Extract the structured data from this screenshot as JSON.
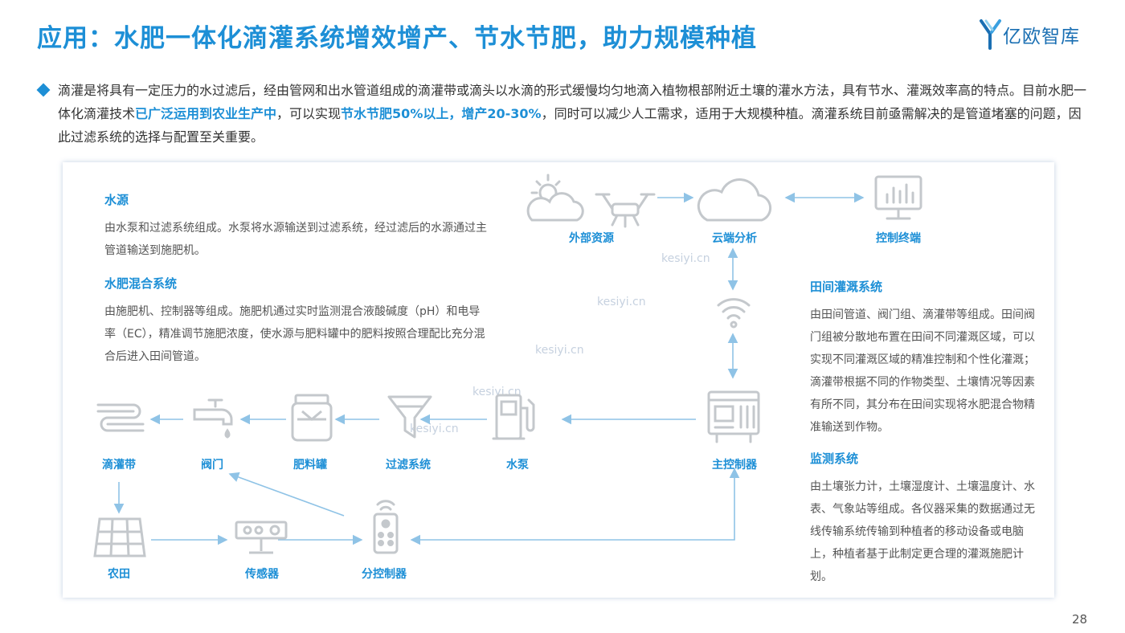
{
  "title": "应用：水肥一体化滴灌系统增效增产、节水节肥，助力规模种植",
  "logo_text": "亿欧智库",
  "intro": {
    "part1": "滴灌是将具有一定压力的水过滤后，经由管网和出水管道组成的滴灌带或滴头以水滴的形式缓慢均匀地滴入植物根部附近土壤的灌水方法，具有节水、灌溉效率高的特点。目前水肥一体化滴灌技术",
    "hl1": "已广泛运用到农业生产中",
    "part2": "，可以实现",
    "hl2": "节水节肥50%以上，增产20-30%",
    "part3": "，同时可以减少人工需求，适用于大规模种植。滴灌系统目前亟需解决的是管道堵塞的问题，因此过滤系统的选择与配置至关重要。"
  },
  "sections": {
    "water_source": {
      "title": "水源",
      "text": "由水泵和过滤系统组成。水泵将水源输送到过滤系统，经过滤后的水源通过主管道输送到施肥机。"
    },
    "mixing": {
      "title": "水肥混合系统",
      "text": "由施肥机、控制器等组成。施肥机通过实时监测混合液酸碱度（pH）和电导率（EC），精准调节施肥浓度，使水源与肥料罐中的肥料按照合理配比充分混合后进入田间管道。"
    },
    "field": {
      "title": "田间灌溉系统",
      "text": "由田间管道、阀门组、滴灌带等组成。田间阀门组被分散地布置在田间不同灌溉区域，可以实现不同灌溉区域的精准控制和个性化灌溉；滴灌带根据不同的作物类型、土壤情况等因素有所不同，其分布在田间实现将水肥混合物精准输送到作物。"
    },
    "monitor": {
      "title": "监测系统",
      "text": "由土壤张力计，土壤湿度计、土壤温度计、水表、气象站等组成。各仪器采集的数据通过无线传输系统传输到种植者的移动设备或电脑上，种植者基于此制定更合理的灌溉施肥计划。"
    }
  },
  "nodes": {
    "external": "外部资源",
    "cloud": "云端分析",
    "terminal": "控制终端",
    "drip_belt": "滴灌带",
    "valve": "阀门",
    "tank": "肥料罐",
    "filter": "过滤系统",
    "pump": "水泵",
    "main_ctrl": "主控制器",
    "farmland": "农田",
    "sensor": "传感器",
    "sub_ctrl": "分控制器"
  },
  "watermark": "kesiyi.cn",
  "page_number": "28",
  "colors": {
    "accent": "#1d8fd6",
    "icon_gray": "#c4c8cc",
    "arrow": "#8fc3e6"
  }
}
